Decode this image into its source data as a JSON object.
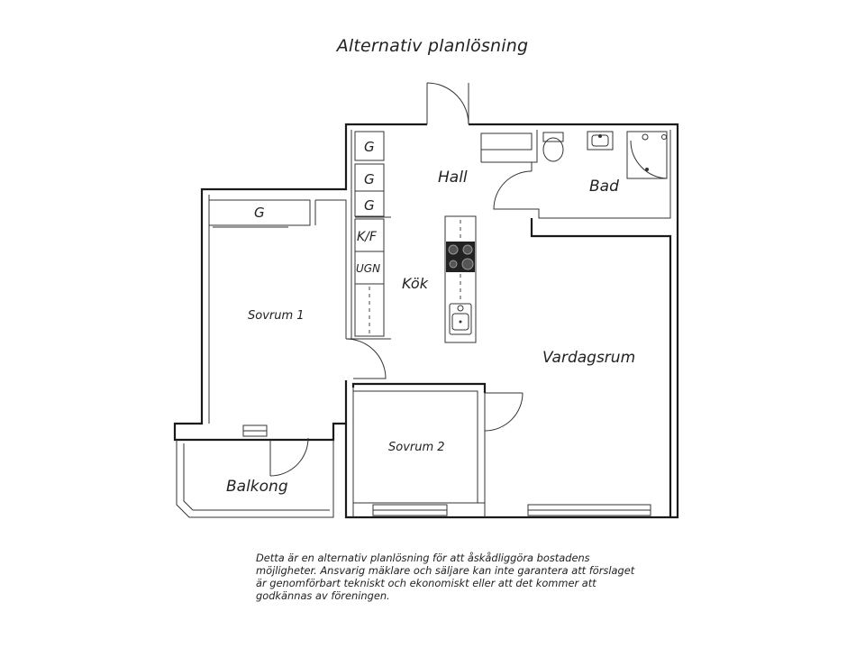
{
  "title": "Alternativ planlösning",
  "rooms": {
    "hall": "Hall",
    "bad": "Bad",
    "kok": "Kök",
    "sovrum1": "Sovrum 1",
    "sovrum2": "Sovrum 2",
    "vardagsrum": "Vardagsrum",
    "balkong": "Balkong"
  },
  "fixtures": {
    "garderob": "G",
    "kyl_frys": "K/F",
    "ugn": "UGN"
  },
  "disclaimer": [
    "Detta är en alternativ planlösning för att åskådliggöra bostadens",
    "möjligheter. Ansvarig mäklare och säljare kan inte garantera att förslaget",
    "är genomförbart tekniskt och ekonomiskt eller att det kommer att",
    "godkännas av föreningen."
  ]
}
